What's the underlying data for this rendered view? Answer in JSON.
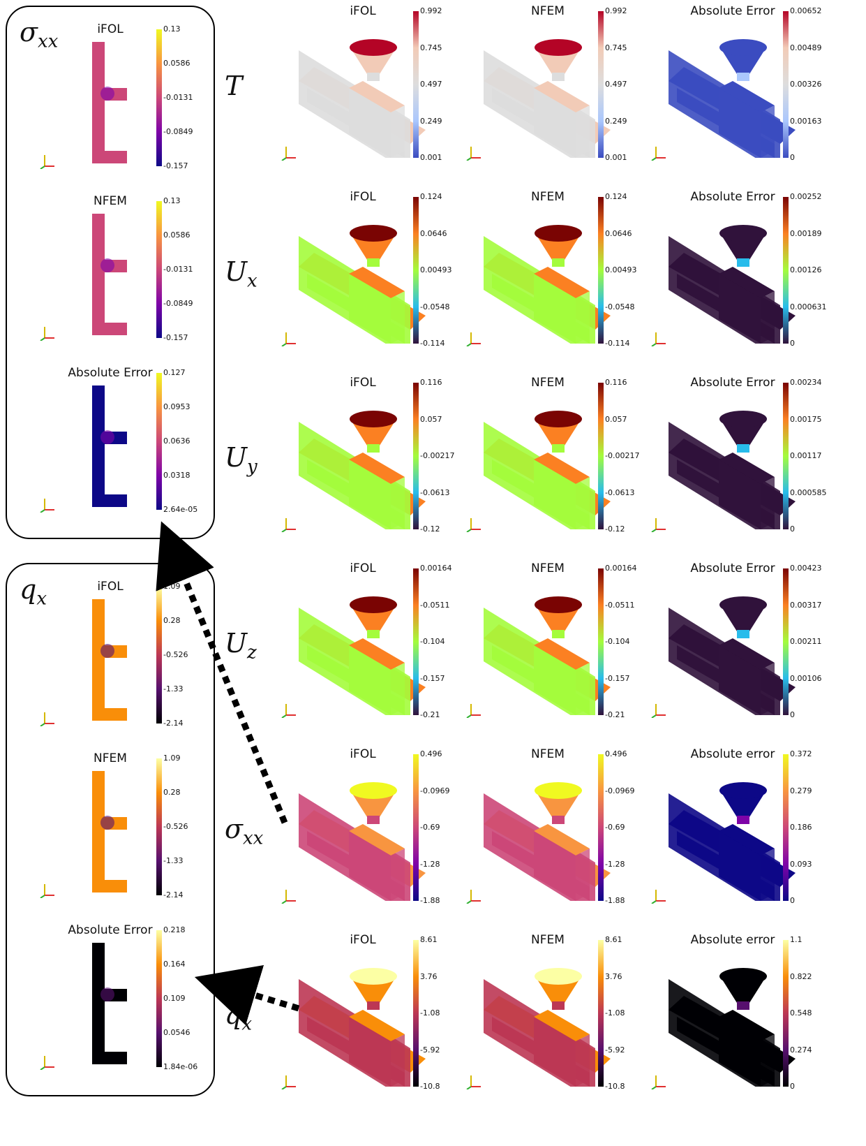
{
  "rows": [
    {
      "label_main": "T",
      "label_sub": "",
      "titles": [
        "iFOL",
        "NFEM",
        "Absolute Error"
      ],
      "ticks": [
        [
          "0.992",
          "0.745",
          "0.497",
          "0.249",
          "0.001"
        ],
        [
          "0.992",
          "0.745",
          "0.497",
          "0.249",
          "0.001"
        ],
        [
          "0.00652",
          "0.00489",
          "0.00326",
          "0.00163",
          "0"
        ]
      ],
      "cmap": [
        "coolwarm",
        "coolwarm",
        "coolwarm"
      ]
    },
    {
      "label_main": "U",
      "label_sub": "x",
      "titles": [
        "iFOL",
        "NFEM",
        "Absolute Error"
      ],
      "ticks": [
        [
          "0.124",
          "0.0646",
          "0.00493",
          "-0.0548",
          "-0.114"
        ],
        [
          "0.124",
          "0.0646",
          "0.00493",
          "-0.0548",
          "-0.114"
        ],
        [
          "0.00252",
          "0.00189",
          "0.00126",
          "0.000631",
          "0"
        ]
      ],
      "cmap": [
        "turbo",
        "turbo",
        "turbo"
      ]
    },
    {
      "label_main": "U",
      "label_sub": "y",
      "titles": [
        "iFOL",
        "NFEM",
        "Absolute Error"
      ],
      "ticks": [
        [
          "0.116",
          "0.057",
          "-0.00217",
          "-0.0613",
          "-0.12"
        ],
        [
          "0.116",
          "0.057",
          "-0.00217",
          "-0.0613",
          "-0.12"
        ],
        [
          "0.00234",
          "0.00175",
          "0.00117",
          "0.000585",
          "0"
        ]
      ],
      "cmap": [
        "turbo",
        "turbo",
        "turbo"
      ]
    },
    {
      "label_main": "U",
      "label_sub": "z",
      "titles": [
        "iFOL",
        "NFEM",
        "Absolute Error"
      ],
      "ticks": [
        [
          "0.00164",
          "-0.0511",
          "-0.104",
          "-0.157",
          "-0.21"
        ],
        [
          "0.00164",
          "-0.0511",
          "-0.104",
          "-0.157",
          "-0.21"
        ],
        [
          "0.00423",
          "0.00317",
          "0.00211",
          "0.00106",
          "0"
        ]
      ],
      "cmap": [
        "turbo",
        "turbo",
        "turbo"
      ]
    },
    {
      "label_main": "σ",
      "label_sub": "xx",
      "titles": [
        "iFOL",
        "NFEM",
        "Absolute error"
      ],
      "ticks": [
        [
          "0.496",
          "-0.0969",
          "-0.69",
          "-1.28",
          "-1.88"
        ],
        [
          "0.496",
          "-0.0969",
          "-0.69",
          "-1.28",
          "-1.88"
        ],
        [
          "0.372",
          "0.279",
          "0.186",
          "0.093",
          "0"
        ]
      ],
      "cmap": [
        "plasma",
        "plasma",
        "plasma"
      ]
    },
    {
      "label_main": "q",
      "label_sub": "x",
      "titles": [
        "iFOL",
        "NFEM",
        "Absolute error"
      ],
      "ticks": [
        [
          "8.61",
          "3.76",
          "-1.08",
          "-5.92",
          "-10.8"
        ],
        [
          "8.61",
          "3.76",
          "-1.08",
          "-5.92",
          "-10.8"
        ],
        [
          "1.1",
          "0.822",
          "0.548",
          "0.274",
          "0"
        ]
      ],
      "cmap": [
        "inferno",
        "inferno",
        "inferno"
      ]
    }
  ],
  "side_panels": [
    {
      "label_main": "σ",
      "label_sub": "xx",
      "subs": [
        {
          "title": "iFOL",
          "ticks": [
            "0.13",
            "0.0586",
            "-0.0131",
            "-0.0849",
            "-0.157"
          ],
          "cmap": "plasma"
        },
        {
          "title": "NFEM",
          "ticks": [
            "0.13",
            "0.0586",
            "-0.0131",
            "-0.0849",
            "-0.157"
          ],
          "cmap": "plasma"
        },
        {
          "title": "Absolute Error",
          "ticks": [
            "0.127",
            "0.0953",
            "0.0636",
            "0.0318",
            "2.64e-05"
          ],
          "cmap": "plasma"
        }
      ]
    },
    {
      "label_main": "q",
      "label_sub": "x",
      "subs": [
        {
          "title": "iFOL",
          "ticks": [
            "1.09",
            "0.28",
            "-0.526",
            "-1.33",
            "-2.14"
          ],
          "cmap": "inferno"
        },
        {
          "title": "NFEM",
          "ticks": [
            "1.09",
            "0.28",
            "-0.526",
            "-1.33",
            "-2.14"
          ],
          "cmap": "inferno"
        },
        {
          "title": "Absolute Error",
          "ticks": [
            "0.218",
            "0.164",
            "0.109",
            "0.0546",
            "1.84e-06"
          ],
          "cmap": "inferno"
        }
      ]
    }
  ],
  "colors": {
    "coolwarm": [
      "#b40426",
      "#f2cbb7",
      "#dddddd",
      "#aac7fd",
      "#3b4cc0"
    ],
    "turbo": [
      "#7a0403",
      "#fb8022",
      "#a4fc3c",
      "#28bceb",
      "#30123b"
    ],
    "plasma": [
      "#f0f921",
      "#f89540",
      "#cc4778",
      "#7e03a8",
      "#0d0887"
    ],
    "inferno": [
      "#fcffa4",
      "#f98e09",
      "#bc3754",
      "#57106e",
      "#000004"
    ]
  }
}
